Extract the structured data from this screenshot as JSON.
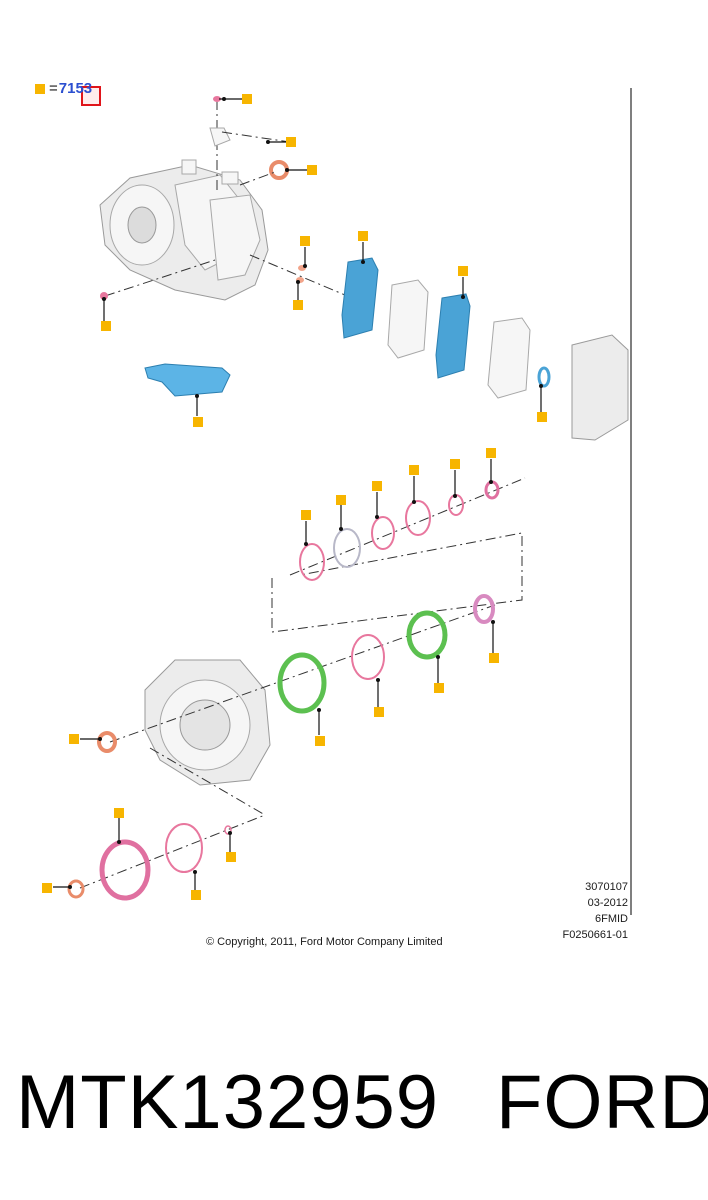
{
  "legend": {
    "equals": "=",
    "ref_number": "7153",
    "marker_color": "#f7b500",
    "highlight_color": "#e0141a"
  },
  "meta": {
    "line1": "3070107",
    "line2": "03-2012",
    "line3": "6FMID",
    "line4": "F0250661-01"
  },
  "copyright": "© Copyright, 2011, Ford Motor Company Limited",
  "footer": {
    "part_number": "MTK132959",
    "brand": "FORD"
  },
  "colors": {
    "callout": "#f7b500",
    "gasket": "#4aa3d6",
    "seal_pink": "#e8779e",
    "seal_green": "#5cc050",
    "seal_orange": "#e98c6a",
    "casting": "#e6e6e6",
    "outline": "#9a9a9a"
  },
  "icons": [
    "case-icon",
    "valve-body-icon",
    "gasket-icon",
    "filter-icon",
    "seal-ring-icon",
    "cover-icon"
  ]
}
